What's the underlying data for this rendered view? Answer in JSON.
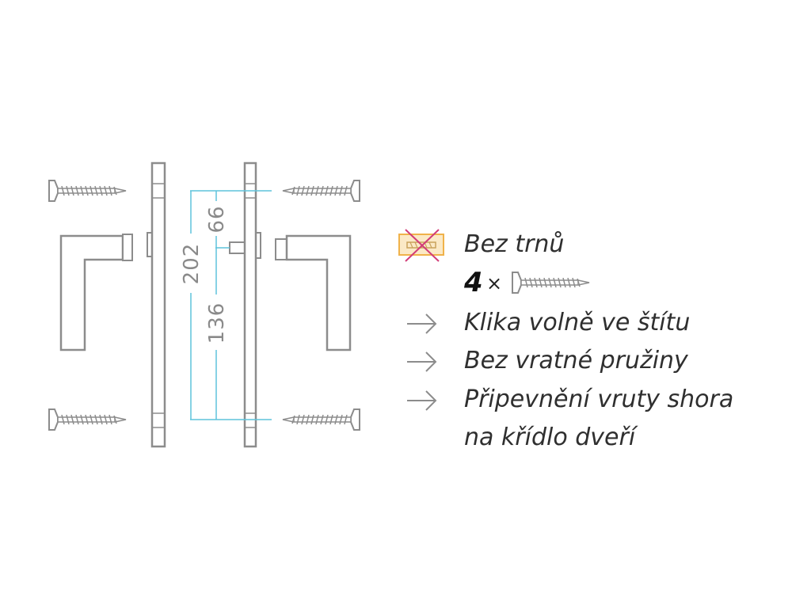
{
  "dimensions": {
    "overall": "202",
    "top_to_axis": "66",
    "axis_to_bottom": "136"
  },
  "legend": {
    "no_spindle": "Bez trnů",
    "screws_qty": "4",
    "screws_times": "×",
    "free_handle": "Klika volně ve štítu",
    "no_spring": "Bez vratné pružiny",
    "fixing_line1": "Připevnění vruty shora",
    "fixing_line2": "na křídlo dveří"
  },
  "icons": [
    "no-spindle-icon",
    "screw-icon",
    "arrow-right-icon",
    "plate-icon",
    "lever-handle-icon"
  ],
  "colors": {
    "outline": "#8c8c8c",
    "dimension": "#5fc3dc",
    "cross": "#d23c78",
    "spindle_box": "#f0b24a",
    "text": "#2f2f2f"
  }
}
